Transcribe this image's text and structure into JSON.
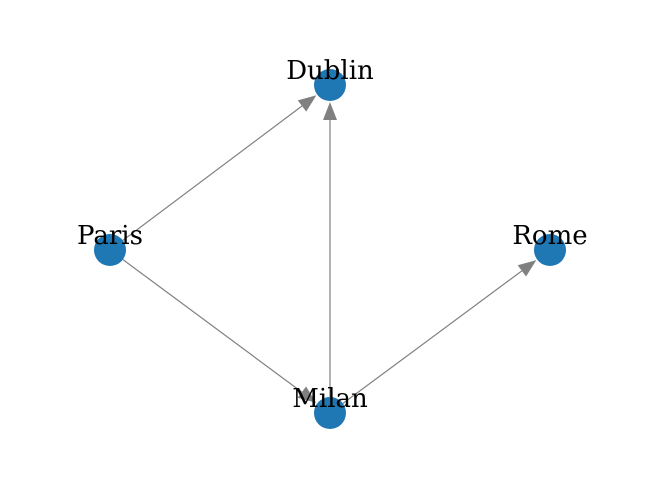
{
  "diagram": {
    "type": "directed-graph",
    "node_color": "#1f77b4",
    "edge_color": "#808080",
    "label_color": "#000000",
    "nodes": [
      {
        "id": "dublin",
        "label": "Dublin"
      },
      {
        "id": "paris",
        "label": "Paris"
      },
      {
        "id": "rome",
        "label": "Rome"
      },
      {
        "id": "milan",
        "label": "Milan"
      }
    ],
    "edges": [
      {
        "from": "paris",
        "to": "dublin"
      },
      {
        "from": "milan",
        "to": "dublin"
      },
      {
        "from": "paris",
        "to": "milan"
      },
      {
        "from": "milan",
        "to": "rome"
      }
    ]
  }
}
